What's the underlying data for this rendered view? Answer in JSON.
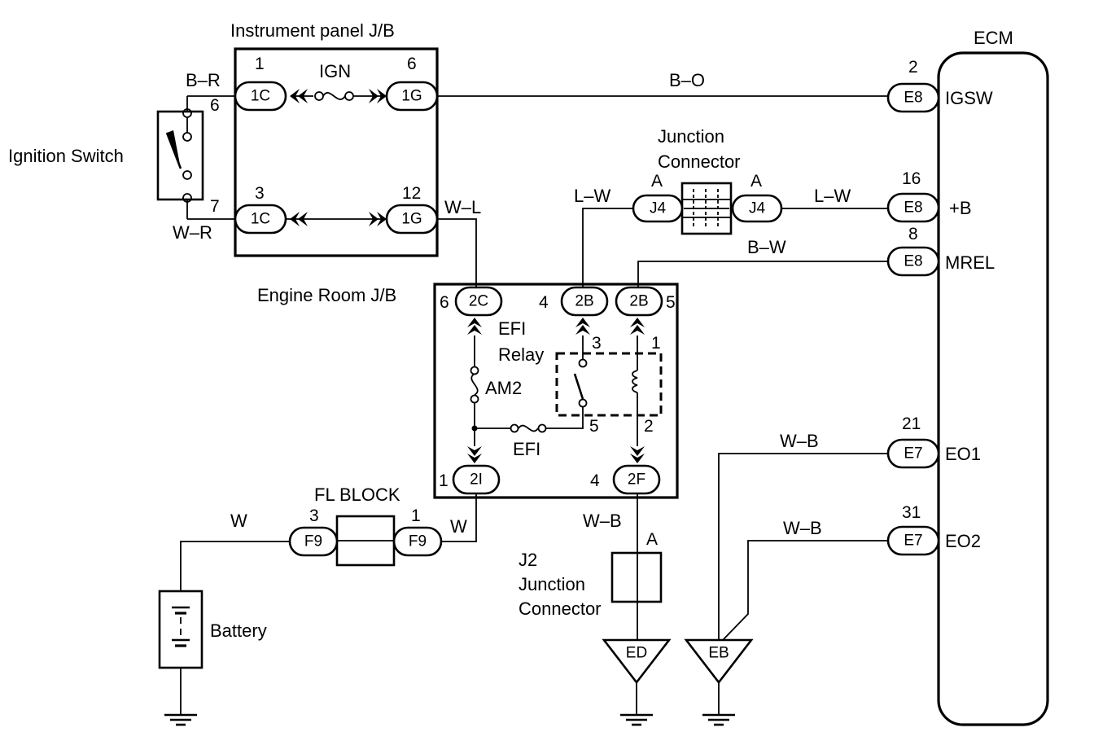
{
  "components": {
    "instrument_panel_jb": "Instrument panel J/B",
    "ecm": "ECM",
    "ignition_switch": "Ignition Switch",
    "junction_connector_top": [
      "Junction",
      "Connector"
    ],
    "engine_room_jb": "Engine Room J/B",
    "efi_relay": [
      "EFI",
      "Relay"
    ],
    "fl_block": "FL BLOCK",
    "battery": "Battery",
    "j2_junction": [
      "J2",
      "Junction",
      "Connector"
    ]
  },
  "fuses": {
    "ign": "IGN",
    "am2": "AM2",
    "efi": "EFI"
  },
  "wires": {
    "b_r": "B–R",
    "w_r": "W–R",
    "b_o": "B–O",
    "w_l": "W–L",
    "l_w_left": "L–W",
    "l_w_right": "L–W",
    "b_w": "B–W",
    "w_b_eo1": "W–B",
    "w_b_eo2": "W–B",
    "w_b_j2": "W–B",
    "w_fl_left": "W",
    "w_fl_right": "W"
  },
  "connectors": {
    "ip_1c_top": "1C",
    "ip_1g_top": "1G",
    "ip_1c_bot": "1C",
    "ip_1g_bot": "1G",
    "ecm_igsw": "E8",
    "ecm_b": "E8",
    "ecm_mrel": "E8",
    "ecm_eo1": "E7",
    "ecm_eo2": "E7",
    "jc_left": "J4",
    "jc_right": "J4",
    "er_2c": "2C",
    "er_2b_left": "2B",
    "er_2b_right": "2B",
    "er_2i": "2I",
    "er_2f": "2F",
    "fl_left": "F9",
    "fl_right": "F9",
    "ground_ed": "ED",
    "ground_eb": "EB"
  },
  "pins": {
    "ip_1c_top": "1",
    "ip_1g_top": "6",
    "ip_1c_bot": "3",
    "ip_1g_bot": "12",
    "ign_sw_top": "6",
    "ign_sw_bot": "7",
    "ecm_igsw": "2",
    "ecm_b": "16",
    "ecm_mrel": "8",
    "ecm_eo1": "21",
    "ecm_eo2": "31",
    "jc_left": "A",
    "jc_right": "A",
    "er_2c": "6",
    "er_2b_left": "4",
    "er_2b_right": "5",
    "er_2i": "1",
    "er_2f": "4",
    "relay_3": "3",
    "relay_1": "1",
    "relay_5": "5",
    "relay_2": "2",
    "fl_left": "3",
    "fl_right": "1",
    "j2": "A"
  },
  "ecm_terminals": {
    "igsw": "IGSW",
    "b": "+B",
    "mrel": "MREL",
    "eo1": "EO1",
    "eo2": "EO2"
  }
}
